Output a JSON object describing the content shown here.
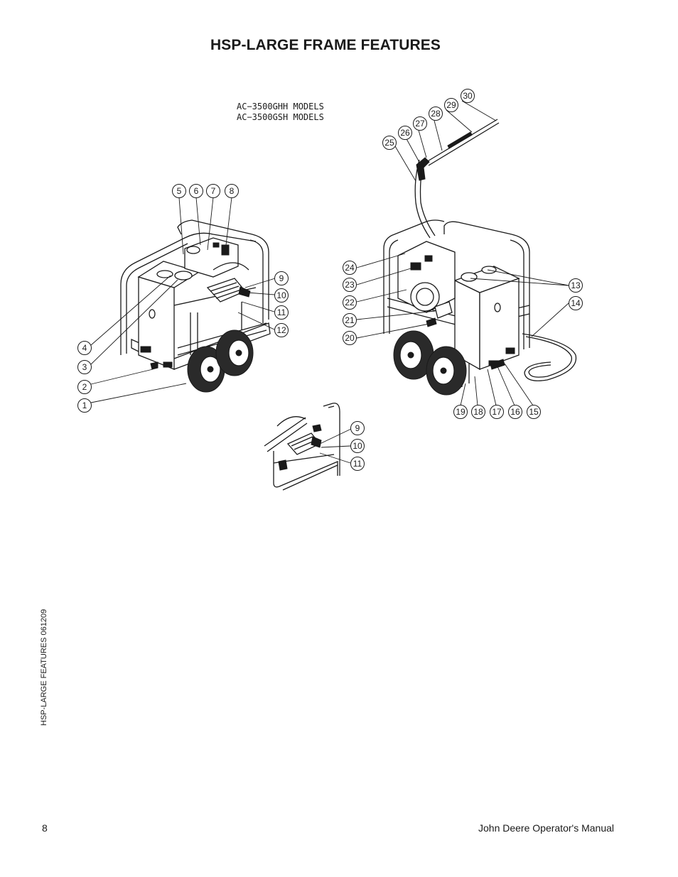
{
  "page": {
    "title": "HSP-LARGE FRAME FEATURES",
    "side_label": "HSP-LARGE FEATURES 061209",
    "page_number": "8",
    "footer_title": "John Deere Operator's Manual"
  },
  "diagram": {
    "model_lines": [
      "AC−3500GHH  MODELS",
      "AC−3500GSH  MODELS"
    ],
    "callouts_left": [
      "5",
      "6",
      "7",
      "8",
      "9",
      "10",
      "11",
      "12",
      "4",
      "3",
      "2",
      "1"
    ],
    "callouts_right": [
      "30",
      "29",
      "28",
      "27",
      "26",
      "25",
      "24",
      "23",
      "22",
      "21",
      "20",
      "13",
      "14",
      "19",
      "18",
      "17",
      "16",
      "15"
    ],
    "callouts_detail": [
      "9",
      "10",
      "11"
    ]
  }
}
